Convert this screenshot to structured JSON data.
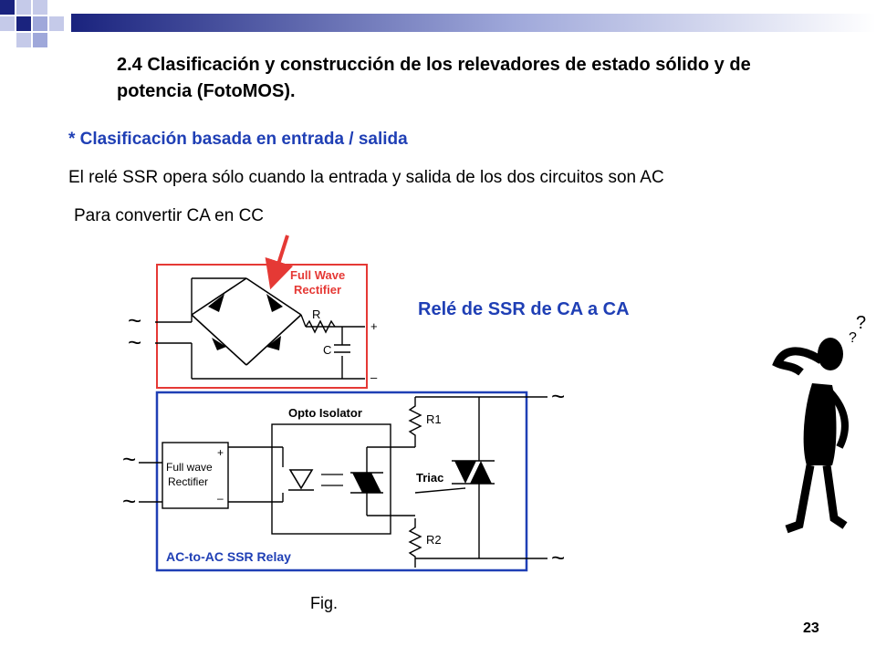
{
  "slide": {
    "title": "2.4 Clasificación y construcción de los relevadores de estado sólido y de potencia (FotoMOS).",
    "subtitle": "* Clasificación basada en entrada / salida",
    "body_line": "El relé SSR opera sólo cuando la entrada y salida de los dos circuitos son AC",
    "body_line2": "Para convertir CA en CC",
    "relay_label": "Relé de SSR de CA a CA",
    "fig_label": "Fig.",
    "page_number": "23"
  },
  "diagram": {
    "rectifier_label_1": "Full Wave",
    "rectifier_label_2": "Rectifier",
    "resistor_r": "R",
    "capacitor_c": "C",
    "plus": "+",
    "minus": "–",
    "tilde": "~",
    "opto_label": "Opto Isolator",
    "fw_label_1": "Full wave",
    "fw_label_2": "Rectifier",
    "r1_label": "R1",
    "r2_label": "R2",
    "triac_label": "Triac",
    "relay_box_label": "AC-to-AC SSR Relay"
  },
  "colors": {
    "accent_blue": "#1f3fb5",
    "rect_red": "#e53935",
    "deco_navy": "#1a237e"
  }
}
